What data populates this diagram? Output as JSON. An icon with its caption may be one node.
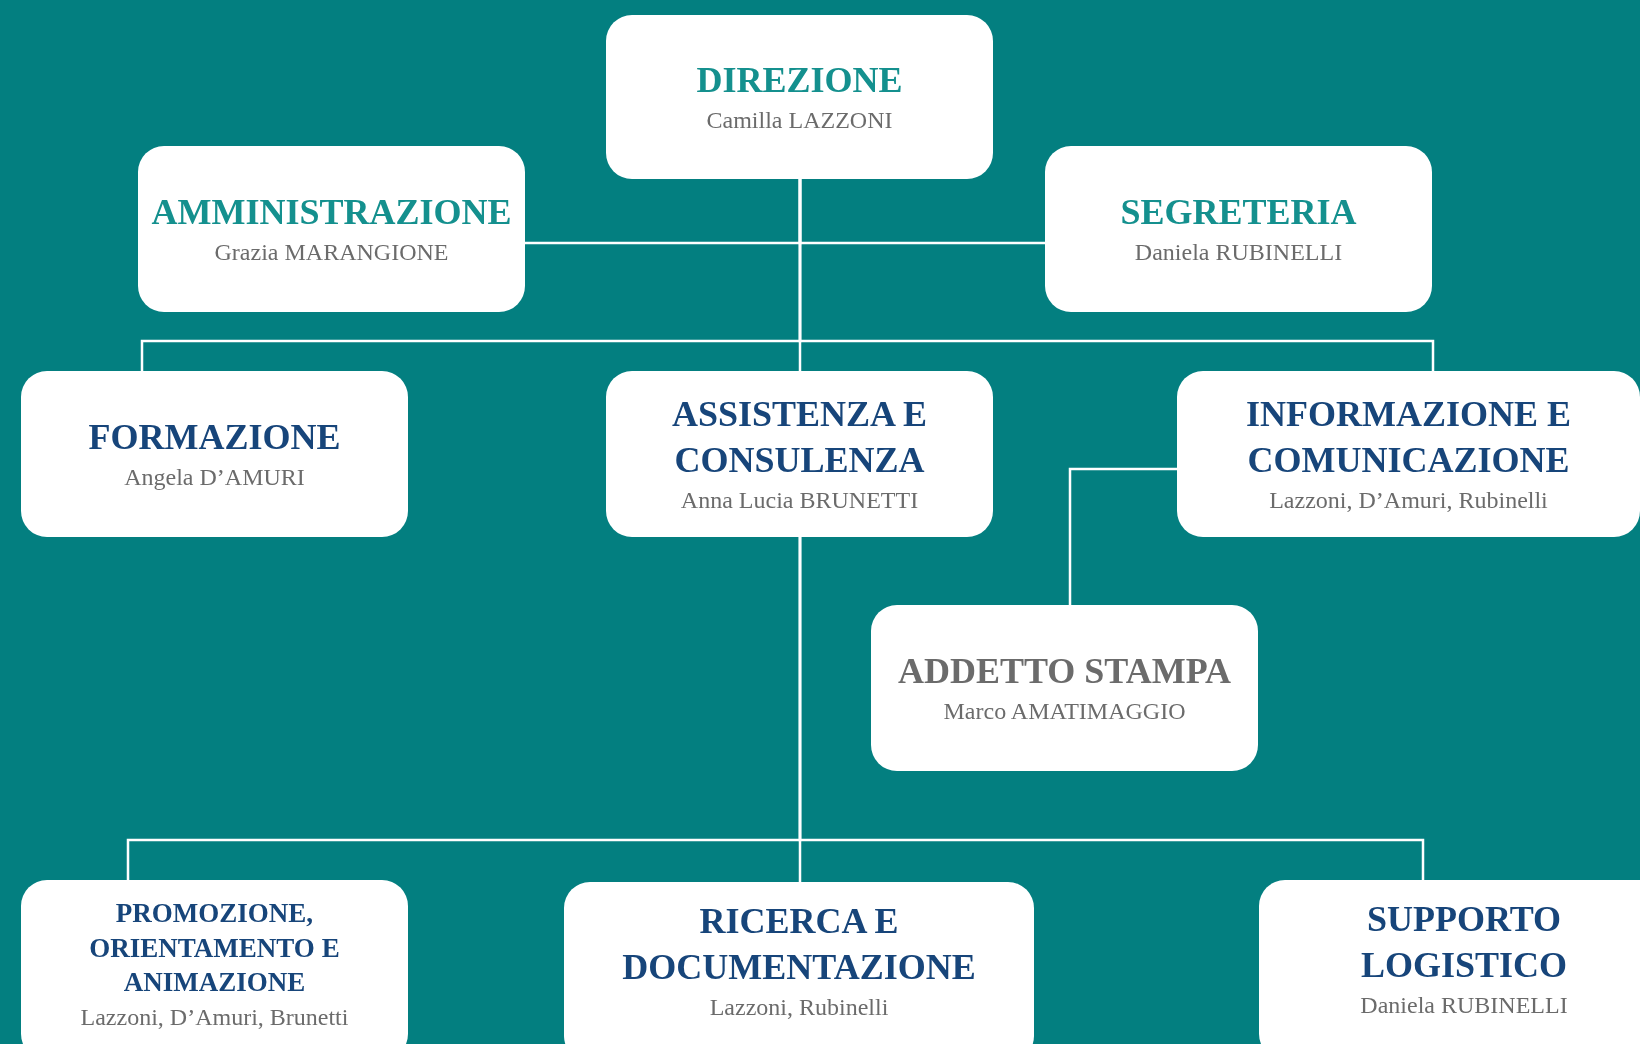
{
  "diagram": {
    "nodes": [
      {
        "text": [
          "DIREZIONE",
          "Camilla LAZZONI"
        ]
      },
      {
        "text": [
          "AMMINISTRAZIONE",
          "Grazia MARANGIONE"
        ]
      },
      {
        "text": [
          "SEGRETERIA",
          "Daniela RUBINELLI"
        ]
      },
      {
        "text": [
          "FORMAZIONE",
          "Angela D’AMURI"
        ]
      },
      {
        "text": [
          "ASSISTENZA E CONSULENZA",
          "Anna Lucia BRUNETTI"
        ]
      },
      {
        "text": [
          "INFORMAZIONE E COMUNICAZIONE",
          "Lazzoni, D’Amuri, Rubinelli"
        ]
      },
      {
        "text": [
          "ADDETTO STAMPA",
          "Marco AMATIMAGGIO"
        ]
      },
      {
        "text": [
          "PROMOZIONE, ORIENTAMENTO E ANIMAZIONE",
          "Lazzoni, D’Amuri, Brunetti"
        ]
      },
      {
        "text": [
          "RICERCA E DOCUMENTAZIONE",
          "Lazzoni, Rubinelli"
        ]
      },
      {
        "text": [
          "SUPPORTO LOGISTICO",
          "Daniela RUBINELLI"
        ]
      }
    ],
    "edges": [
      {
        "from": 0,
        "to": 1,
        "arrow": "none"
      },
      {
        "from": 0,
        "to": 2,
        "arrow": "none"
      },
      {
        "from": 0,
        "to": 3,
        "arrow": "none"
      },
      {
        "from": 0,
        "to": 4,
        "arrow": "none"
      },
      {
        "from": 0,
        "to": 5,
        "arrow": "none"
      },
      {
        "from": 5,
        "to": 6,
        "arrow": "none"
      },
      {
        "from": 4,
        "to": 7,
        "arrow": "none"
      },
      {
        "from": 4,
        "to": 8,
        "arrow": "none"
      },
      {
        "from": 4,
        "to": 9,
        "arrow": "none"
      }
    ]
  }
}
